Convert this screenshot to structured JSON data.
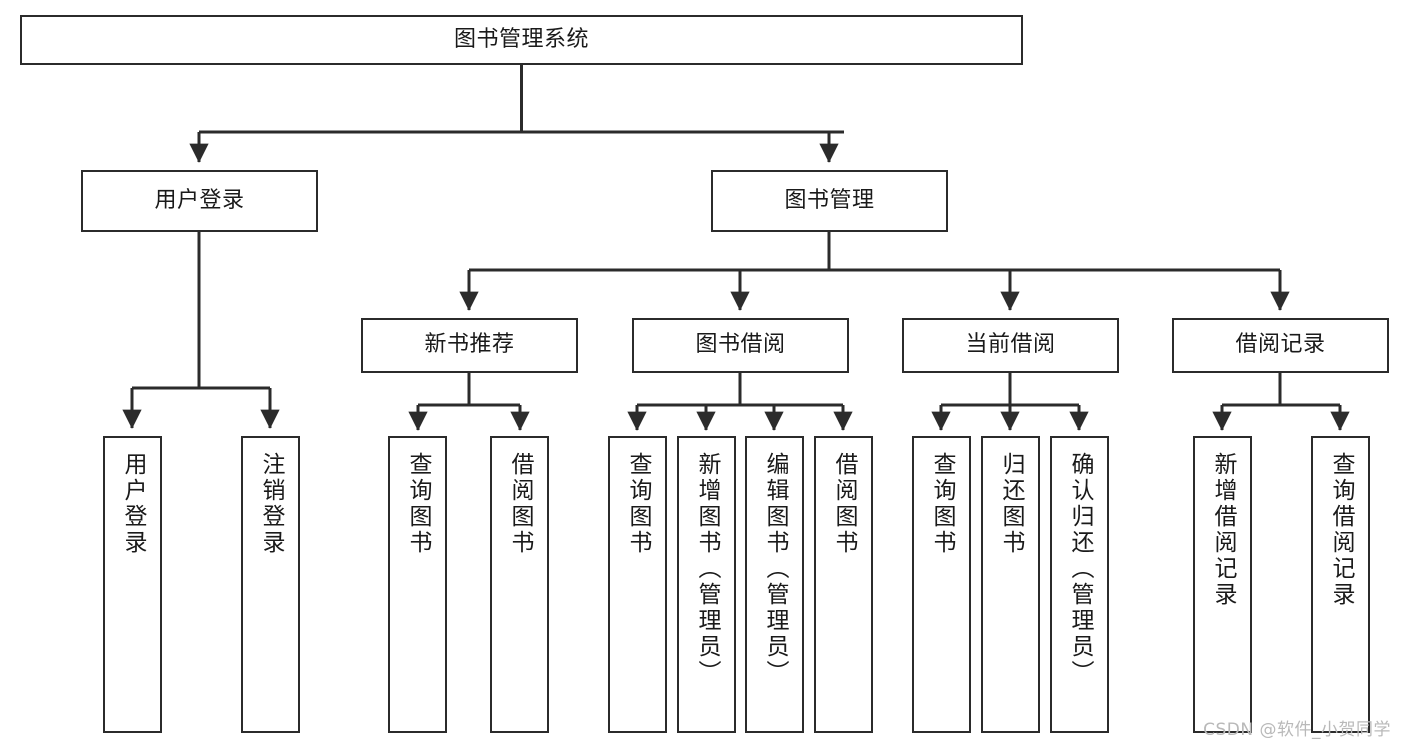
{
  "diagram": {
    "title_text": "图书管理系统",
    "watermark": "CSDN @软件_小贺同学",
    "stroke_color": "#2b2b2b",
    "fill_color": "#ffffff",
    "text_color": "#1a1a1a",
    "nodes": {
      "root": "图书管理系统",
      "level2": [
        "用户登录",
        "图书管理"
      ],
      "level3": [
        "新书推荐",
        "图书借阅",
        "当前借阅",
        "借阅记录"
      ],
      "leaves_user_login": [
        "用户登录",
        "注销登录"
      ],
      "leaves_new_books": [
        "查询图书",
        "借阅图书"
      ],
      "leaves_borrow": [
        "查询图书",
        "新增图书（管理员）",
        "编辑图书（管理员）",
        "借阅图书"
      ],
      "leaves_current": [
        "查询图书",
        "归还图书",
        "确认归还（管理员）"
      ],
      "leaves_records": [
        "新增借阅记录",
        "查询借阅记录"
      ]
    }
  }
}
